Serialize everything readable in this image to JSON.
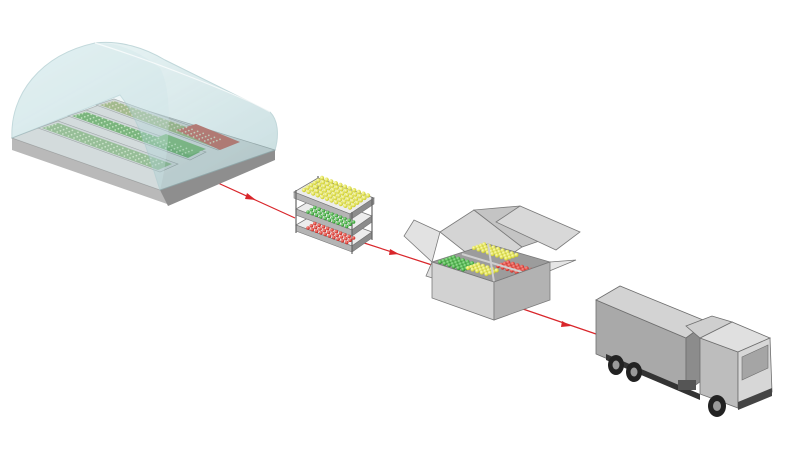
{
  "diagram": {
    "type": "supply-chain-flow",
    "stages": [
      {
        "id": "greenhouse",
        "icon": "greenhouse-icon"
      },
      {
        "id": "harvest-crate",
        "icon": "crate-icon"
      },
      {
        "id": "packing-box",
        "icon": "box-icon"
      },
      {
        "id": "transport-truck",
        "icon": "truck-icon"
      }
    ],
    "connector_color": "#d9262b",
    "colors": {
      "tomato_red": "#d92a25",
      "tomato_green": "#2aa02a",
      "tomato_yellow": "#e6e62a",
      "dome_glass": "#a9cfd4",
      "metal_gray": "#9a9a9a"
    }
  }
}
